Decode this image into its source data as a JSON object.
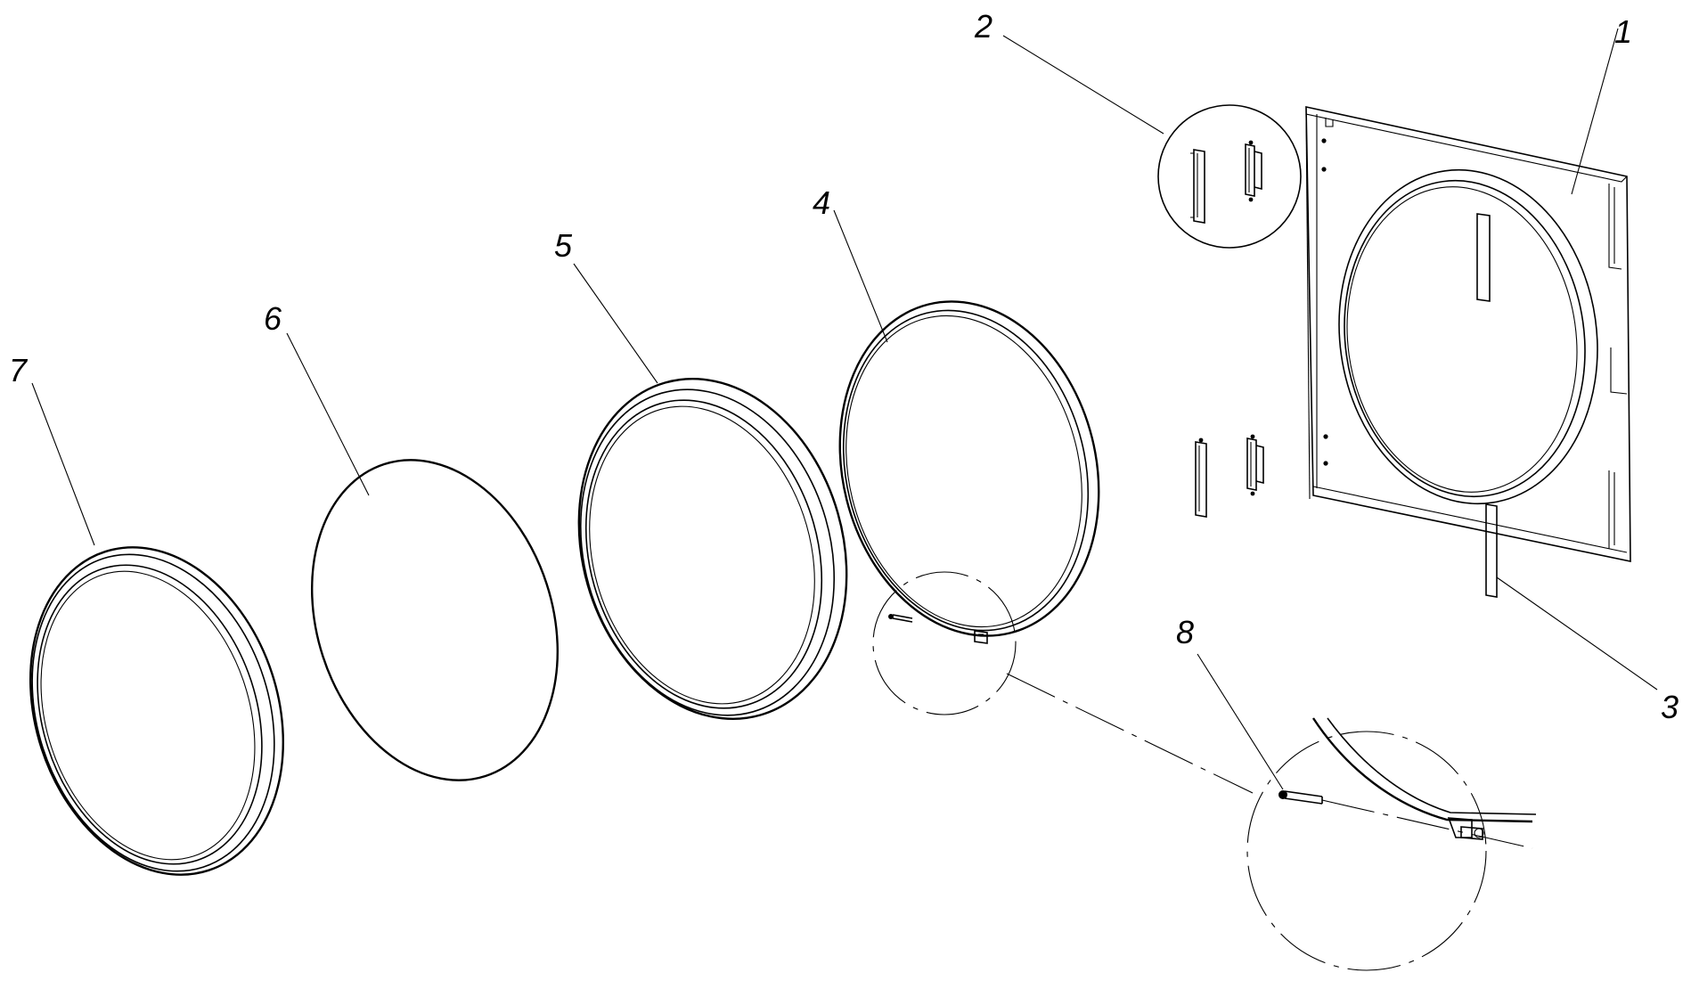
{
  "diagram": {
    "type": "exploded-parts-view",
    "callouts": [
      "1",
      "2",
      "3",
      "4",
      "5",
      "6",
      "7",
      "8"
    ]
  }
}
